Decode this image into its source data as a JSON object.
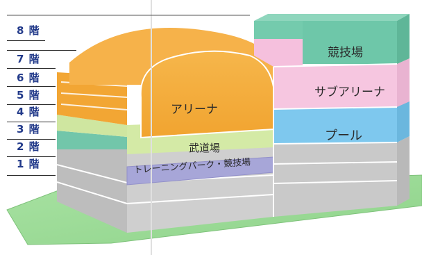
{
  "floors": [
    "8 階",
    "7 階",
    "6 階",
    "5 階",
    "4 階",
    "3 階",
    "2 階",
    "1 階"
  ],
  "zones": {
    "arena": "アリーナ",
    "sub_arena": "サブアリーナ",
    "stadium": "競技場",
    "pool": "プール",
    "budojo": "武道場",
    "training": "トレーニングパーク・競技場"
  },
  "colors": {
    "arena": "#f3a93c",
    "sub_arena": "#f6c6e0",
    "stadium": "#6ec7a9",
    "pool": "#7ec8ee",
    "budojo": "#cfe6a0",
    "training": "#a9a7d8",
    "ground": "#9fdc9a",
    "structure": "#cfcfcf",
    "floor_label": "#223a8a"
  }
}
